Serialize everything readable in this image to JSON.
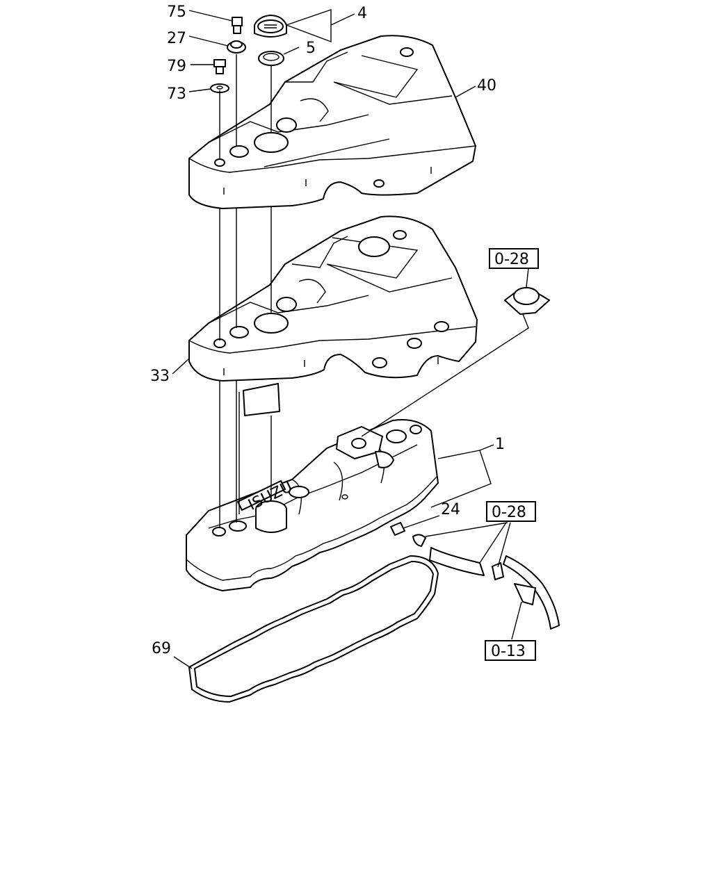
{
  "callouts": {
    "c75": "75",
    "c27": "27",
    "c79": "79",
    "c73": "73",
    "c4": "4",
    "c5": "5",
    "c40": "40",
    "c33": "33",
    "c1": "1",
    "c24": "24",
    "c69": "69"
  },
  "references": {
    "r028a": "0-28",
    "r028b": "0-28",
    "r013": "0-13"
  },
  "badge": {
    "brand": "ISUZU"
  }
}
